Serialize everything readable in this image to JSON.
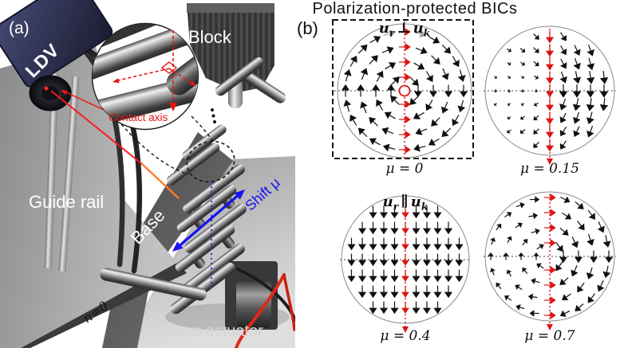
{
  "panel_a": {
    "label": "(a)",
    "labels": {
      "ldv": "LDV",
      "block": "Block",
      "contact_axis": "Contact axis",
      "guide_rail": "Guide rail",
      "base": "Base",
      "shift_mu": "Shift μ",
      "n_zero": "n=0",
      "piezo": "Piezo actuator",
      "dots": "⋮"
    },
    "colors": {
      "annotation_red": "#e81414",
      "laser_red": "#ff1a1a",
      "laser_orange": "#ff7d2a",
      "shift_blue": "#1812ee",
      "ldv_navy": "#343759",
      "label_white": "#ffffff",
      "piezo_gray": "#d6d6d6"
    }
  },
  "panel_b": {
    "label": "(b)",
    "title": "Polarization-protected BICs",
    "math": {
      "u": "u",
      "sub_r": "r",
      "sub_k": "k",
      "perp": "⊥",
      "parallel": "∥"
    },
    "colors": {
      "arrow_black": "#111111",
      "arrow_red": "#dd1414",
      "arrow_gray": "#a6a6a6",
      "circle_outline": "#888888",
      "dotted_line": "#444444"
    }
  },
  "chart_data": [
    {
      "type": "quiver",
      "label": "μ = 0",
      "mu": 0,
      "header": "u_r ⊥ u_k",
      "field": "vortex",
      "winding": 1,
      "circulation": "clockwise",
      "down_mix": 0,
      "grid": "polar",
      "rings_r": [
        17,
        36,
        55,
        74
      ],
      "rings_n": [
        8,
        12,
        16,
        24
      ],
      "axis_arrows": {
        "direction": "right",
        "color": "red"
      },
      "center_marker": "red-open-circle",
      "boxed": true,
      "vline_arrow": false
    },
    {
      "type": "quiver",
      "label": "μ = 0.15",
      "mu": 0.15,
      "field": "vortex+parallel",
      "down_mix": 0.55,
      "grid": "cartesian",
      "spacing": [
        17,
        17
      ],
      "axis_arrows": {
        "direction": "down",
        "color": "red"
      },
      "center_marker": null,
      "boxed": false,
      "vline_arrow": true
    },
    {
      "type": "quiver",
      "label": "μ = 0.4",
      "mu": 0.4,
      "header": "u_r ∥ u_k",
      "field": "uniform-parallel",
      "down_mix": 1,
      "grid": "cartesian",
      "spacing": [
        13.5,
        20
      ],
      "axis_arrows": {
        "direction": "down",
        "color": "red"
      },
      "center_marker": null,
      "boxed": false,
      "vline_arrow": true
    },
    {
      "type": "quiver",
      "label": "μ = 0.7",
      "mu": 0.7,
      "field": "vortex+parallel",
      "down_mix": 0.2,
      "grid": "polar",
      "rings_r": [
        17,
        36,
        55,
        74
      ],
      "rings_n": [
        8,
        12,
        16,
        24
      ],
      "axis_arrows": {
        "direction": "right",
        "color": "red"
      },
      "center_marker": null,
      "boxed": false,
      "vline_arrow": true
    }
  ]
}
